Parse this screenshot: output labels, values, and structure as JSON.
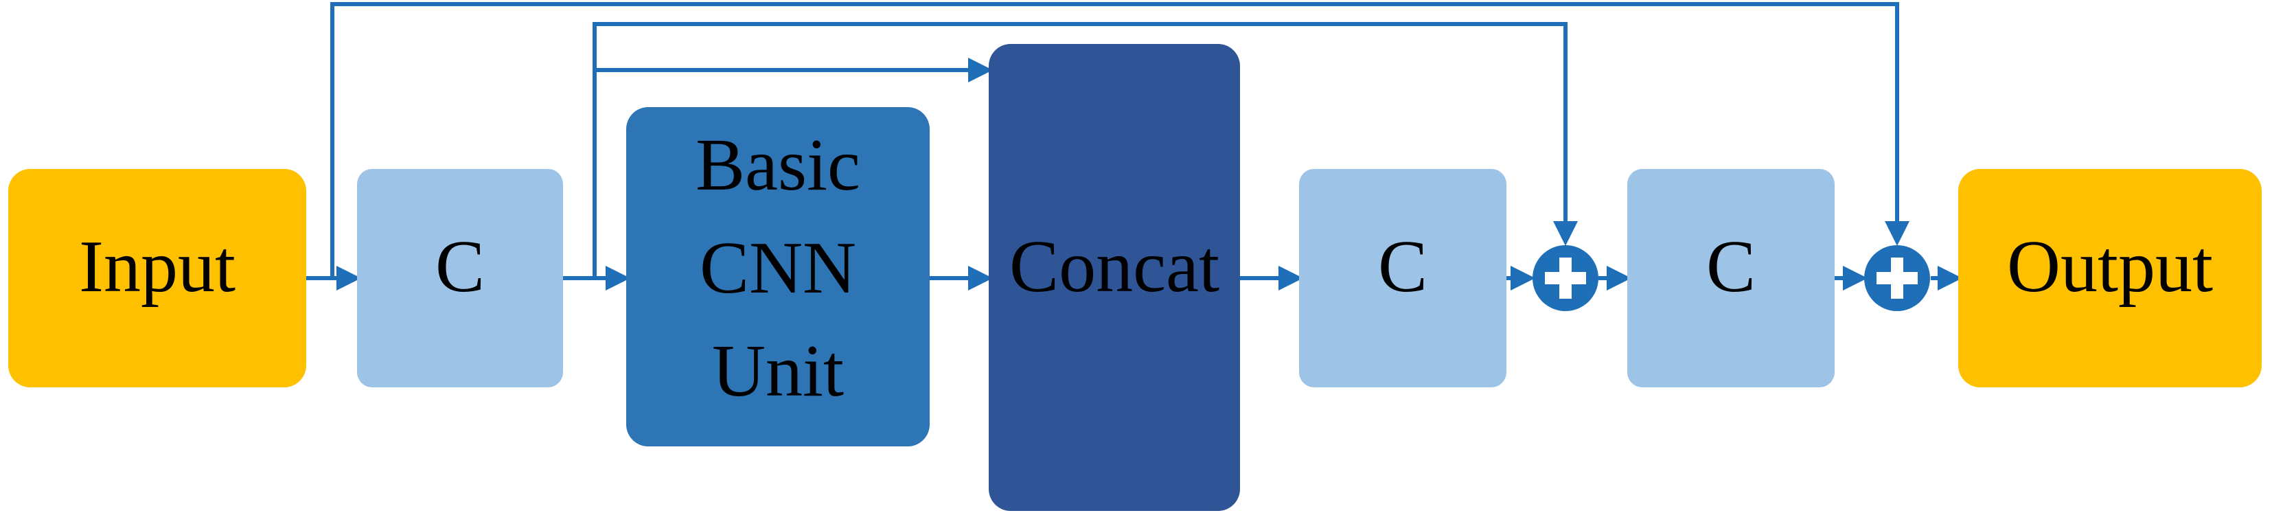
{
  "nodes": {
    "input": {
      "label": "Input"
    },
    "c1": {
      "label": "C"
    },
    "basic_cnn_unit": {
      "lines": [
        "Basic",
        "CNN",
        "Unit"
      ]
    },
    "concat": {
      "label": "Concat"
    },
    "c2": {
      "label": "C"
    },
    "c3": {
      "label": "C"
    },
    "output": {
      "label": "Output"
    }
  },
  "colors": {
    "io": "#FFC000",
    "conv": "#9DC3E6",
    "basic_unit": "#2E75B6",
    "concat": "#2F5597",
    "arrow": "#1E6FB8",
    "add": "#1E6FB8"
  }
}
